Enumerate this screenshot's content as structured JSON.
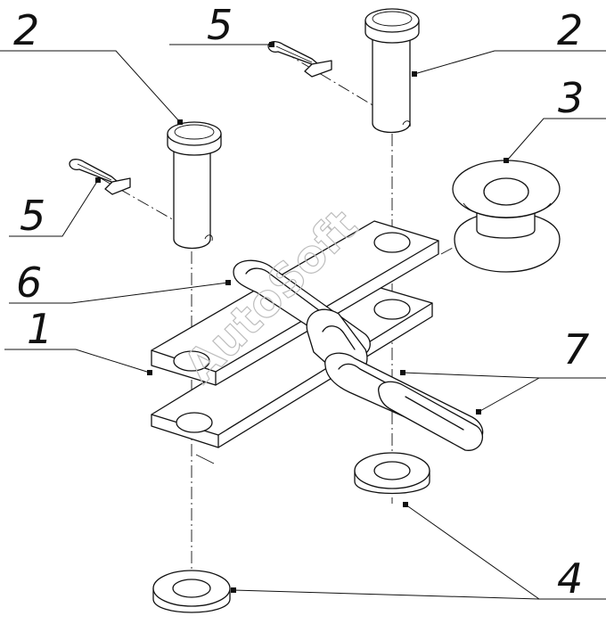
{
  "callouts": {
    "c2_left": "2",
    "c2_right": "2",
    "c5_top": "5",
    "c5_left": "5",
    "c3": "3",
    "c6": "6",
    "c1": "1",
    "c7": "7",
    "c4": "4"
  },
  "watermark": "AutoSoft",
  "colors": {
    "line": "#111111",
    "watermark": "#bdbdbd",
    "background": "#ffffff"
  }
}
